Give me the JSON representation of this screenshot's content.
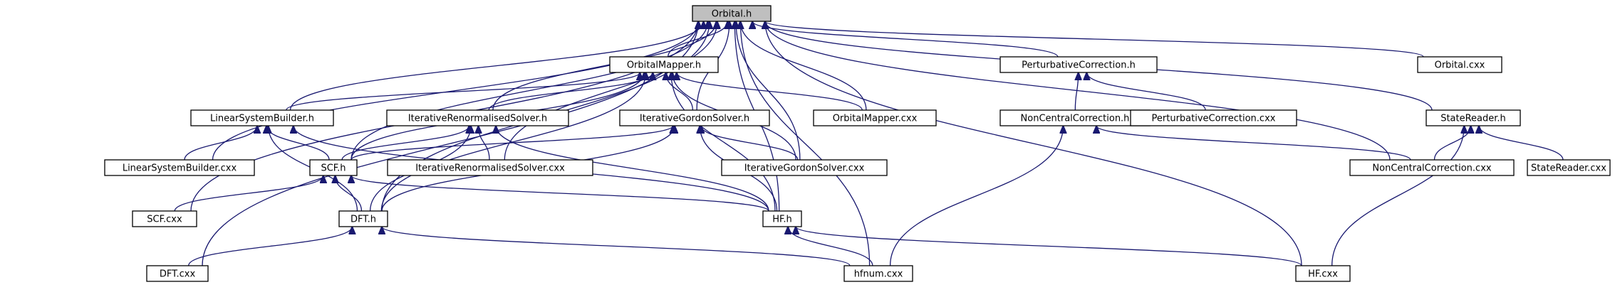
{
  "diagram": {
    "title": "",
    "nodes": [
      {
        "id": "orbital_h",
        "label": "Orbital.h",
        "focus": true
      },
      {
        "id": "orbitalmapper_h",
        "label": "OrbitalMapper.h"
      },
      {
        "id": "perturbativecorrection_h",
        "label": "PerturbativeCorrection.h"
      },
      {
        "id": "orbital_cxx",
        "label": "Orbital.cxx"
      },
      {
        "id": "linearsystembuilder_h",
        "label": "LinearSystemBuilder.h"
      },
      {
        "id": "iterativerenormalisedsolver_h",
        "label": "IterativeRenormalisedSolver.h"
      },
      {
        "id": "iterativegordonsolver_h",
        "label": "IterativeGordonSolver.h"
      },
      {
        "id": "orbitalmapper_cxx",
        "label": "OrbitalMapper.cxx"
      },
      {
        "id": "noncentralcorrection_h",
        "label": "NonCentralCorrection.h"
      },
      {
        "id": "perturbativecorrection_cxx",
        "label": "PerturbativeCorrection.cxx"
      },
      {
        "id": "statereader_h",
        "label": "StateReader.h"
      },
      {
        "id": "linearsystembuilder_cxx",
        "label": "LinearSystemBuilder.cxx"
      },
      {
        "id": "scf_h",
        "label": "SCF.h"
      },
      {
        "id": "iterativerenormalisedsolver_cxx",
        "label": "IterativeRenormalisedSolver.cxx"
      },
      {
        "id": "iterativegordonsolver_cxx",
        "label": "IterativeGordonSolver.cxx"
      },
      {
        "id": "noncentralcorrection_cxx",
        "label": "NonCentralCorrection.cxx"
      },
      {
        "id": "statereader_cxx",
        "label": "StateReader.cxx"
      },
      {
        "id": "scf_cxx",
        "label": "SCF.cxx"
      },
      {
        "id": "dft_h",
        "label": "DFT.h"
      },
      {
        "id": "hf_h",
        "label": "HF.h"
      },
      {
        "id": "dft_cxx",
        "label": "DFT.cxx"
      },
      {
        "id": "hfnum_cxx",
        "label": "hfnum.cxx"
      },
      {
        "id": "hf_cxx",
        "label": "HF.cxx"
      }
    ],
    "edges": [
      {
        "from": "orbitalmapper_h",
        "to": "orbital_h"
      },
      {
        "from": "perturbativecorrection_h",
        "to": "orbital_h"
      },
      {
        "from": "orbital_cxx",
        "to": "orbital_h"
      },
      {
        "from": "linearsystembuilder_h",
        "to": "orbital_h"
      },
      {
        "from": "iterativerenormalisedsolver_h",
        "to": "orbital_h"
      },
      {
        "from": "iterativegordonsolver_h",
        "to": "orbital_h"
      },
      {
        "from": "orbitalmapper_cxx",
        "to": "orbital_h"
      },
      {
        "from": "statereader_h",
        "to": "orbital_h"
      },
      {
        "from": "linearsystembuilder_cxx",
        "to": "orbital_h"
      },
      {
        "from": "scf_h",
        "to": "orbital_h"
      },
      {
        "from": "iterativerenormalisedsolver_cxx",
        "to": "orbital_h"
      },
      {
        "from": "iterativegordonsolver_cxx",
        "to": "orbital_h"
      },
      {
        "from": "noncentralcorrection_cxx",
        "to": "orbital_h"
      },
      {
        "from": "scf_cxx",
        "to": "orbital_h"
      },
      {
        "from": "dft_h",
        "to": "orbital_h"
      },
      {
        "from": "hf_h",
        "to": "orbital_h"
      },
      {
        "from": "dft_cxx",
        "to": "orbital_h"
      },
      {
        "from": "hfnum_cxx",
        "to": "orbital_h"
      },
      {
        "from": "hf_cxx",
        "to": "orbital_h"
      },
      {
        "from": "linearsystembuilder_h",
        "to": "orbitalmapper_h"
      },
      {
        "from": "iterativerenormalisedsolver_h",
        "to": "orbitalmapper_h"
      },
      {
        "from": "iterativegordonsolver_h",
        "to": "orbitalmapper_h"
      },
      {
        "from": "orbitalmapper_cxx",
        "to": "orbitalmapper_h"
      },
      {
        "from": "scf_h",
        "to": "orbitalmapper_h"
      },
      {
        "from": "iterativegordonsolver_cxx",
        "to": "orbitalmapper_h"
      },
      {
        "from": "dft_h",
        "to": "orbitalmapper_h"
      },
      {
        "from": "hf_h",
        "to": "orbitalmapper_h"
      },
      {
        "from": "noncentralcorrection_h",
        "to": "perturbativecorrection_h"
      },
      {
        "from": "perturbativecorrection_cxx",
        "to": "perturbativecorrection_h"
      },
      {
        "from": "linearsystembuilder_cxx",
        "to": "linearsystembuilder_h"
      },
      {
        "from": "scf_h",
        "to": "linearsystembuilder_h"
      },
      {
        "from": "dft_h",
        "to": "linearsystembuilder_h"
      },
      {
        "from": "hf_h",
        "to": "linearsystembuilder_h"
      },
      {
        "from": "scf_h",
        "to": "iterativerenormalisedsolver_h"
      },
      {
        "from": "iterativerenormalisedsolver_cxx",
        "to": "iterativerenormalisedsolver_h"
      },
      {
        "from": "dft_h",
        "to": "iterativerenormalisedsolver_h"
      },
      {
        "from": "hf_h",
        "to": "iterativerenormalisedsolver_h"
      },
      {
        "from": "scf_h",
        "to": "iterativegordonsolver_h"
      },
      {
        "from": "iterativegordonsolver_cxx",
        "to": "iterativegordonsolver_h"
      },
      {
        "from": "dft_h",
        "to": "iterativegordonsolver_h"
      },
      {
        "from": "hf_h",
        "to": "iterativegordonsolver_h"
      },
      {
        "from": "noncentralcorrection_cxx",
        "to": "noncentralcorrection_h"
      },
      {
        "from": "hfnum_cxx",
        "to": "noncentralcorrection_h"
      },
      {
        "from": "noncentralcorrection_cxx",
        "to": "statereader_h"
      },
      {
        "from": "statereader_cxx",
        "to": "statereader_h"
      },
      {
        "from": "hf_cxx",
        "to": "statereader_h"
      },
      {
        "from": "scf_cxx",
        "to": "scf_h"
      },
      {
        "from": "dft_h",
        "to": "scf_h"
      },
      {
        "from": "hf_h",
        "to": "scf_h"
      },
      {
        "from": "dft_cxx",
        "to": "dft_h"
      },
      {
        "from": "hfnum_cxx",
        "to": "dft_h"
      },
      {
        "from": "hfnum_cxx",
        "to": "hf_h"
      },
      {
        "from": "hf_cxx",
        "to": "hf_h"
      }
    ]
  }
}
